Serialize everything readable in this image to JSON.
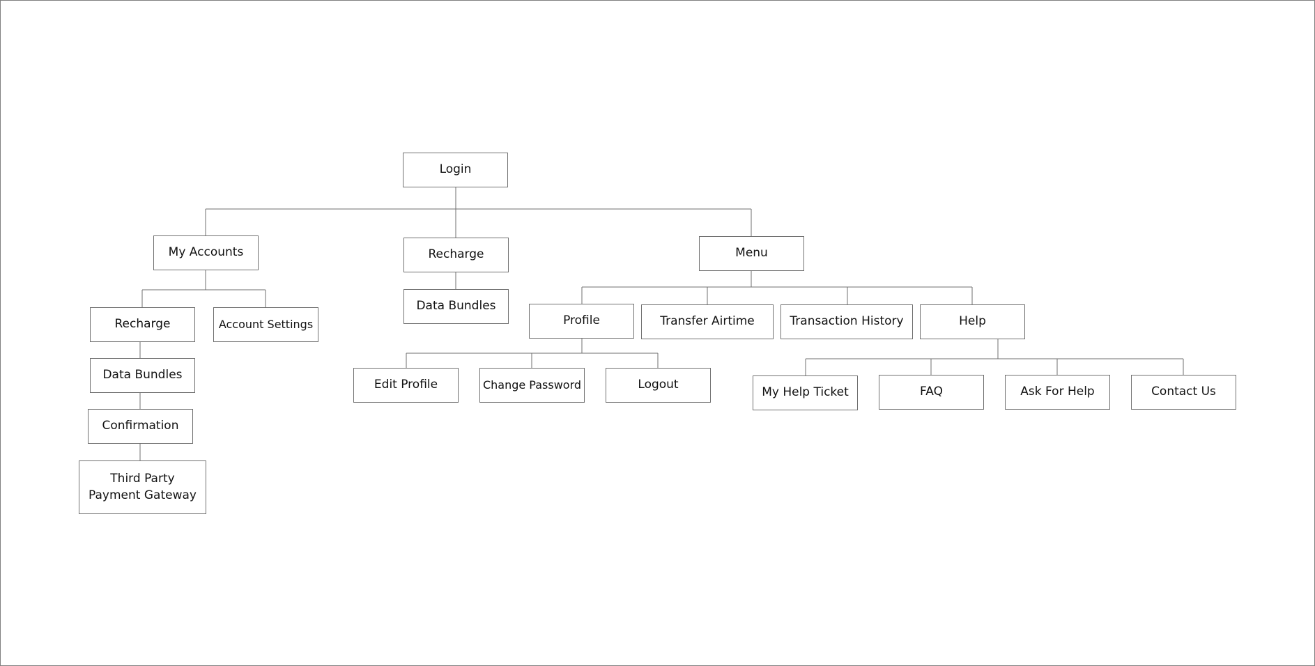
{
  "diagram": {
    "root": {
      "label": "Login"
    },
    "level1": {
      "my_accounts": "My Accounts",
      "recharge": "Recharge",
      "menu": "Menu"
    },
    "my_accounts_children": {
      "recharge": "Recharge",
      "account_settings": "Account Settings",
      "data_bundles": "Data Bundles",
      "confirmation": "Confirmation",
      "third_party_payment_gateway": "Third Party\nPayment Gateway"
    },
    "recharge_children": {
      "data_bundles": "Data Bundles"
    },
    "menu_children": {
      "profile": "Profile",
      "transfer_airtime": "Transfer Airtime",
      "transaction_history": "Transaction History",
      "help": "Help"
    },
    "profile_children": {
      "edit_profile": "Edit Profile",
      "change_password": "Change Password",
      "logout": "Logout"
    },
    "help_children": {
      "my_help_ticket": "My Help Ticket",
      "faq": "FAQ",
      "ask_for_help": "Ask For Help",
      "contact_us": "Contact Us"
    }
  }
}
